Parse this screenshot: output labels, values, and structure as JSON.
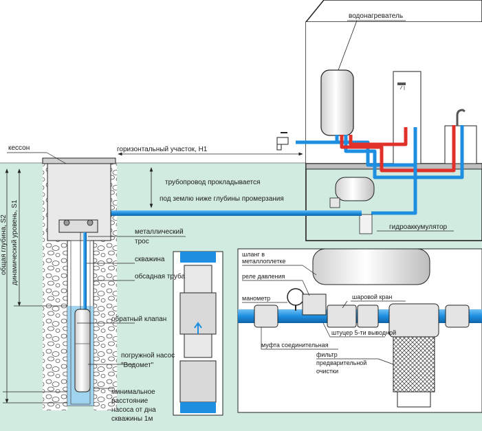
{
  "labels": {
    "water_heater": "водонагреватель",
    "caisson": "кессон",
    "horizontal_section": "горизонтальный участок, H1",
    "pipeline_line1": "трубопровод прокладывается",
    "pipeline_line2": "под землю ниже глубины промерзания",
    "metal_cable_line1": "металлический",
    "metal_cable_line2": "трос",
    "well": "скважина",
    "casing_pipe": "обсадная труба",
    "check_valve": "обратный клапан",
    "pump_line1": "погружной насос",
    "pump_line2": "\"Водомет\"",
    "min_dist_line1": "минимальное",
    "min_dist_line2": "расстояние",
    "min_dist_line3": "насоса от дна",
    "min_dist_line4": "скважины 1м",
    "total_depth": "общая глубина, S2",
    "dynamic_level": "динамический уровень, S1",
    "accumulator": "гидроаккумулятор",
    "hose_line1": "шланг в",
    "hose_line2": "металлоплетке",
    "pressure_relay": "реле давления",
    "manometer": "манометр",
    "ball_valve": "шаровой кран",
    "fitting": "штуцер 5-ти выводной",
    "coupling": "муфта соединительная",
    "filter_line1": "фильтр",
    "filter_line2": "предварительной",
    "filter_line3": "очистки"
  },
  "colors": {
    "ground": "#d2ebe0",
    "pipe_cold": "#1e8fe0",
    "pipe_hot": "#e0302a",
    "water": "#9fd3ee",
    "outline": "#222222"
  },
  "icons": {
    "check_valve_arrow": "up-arrow-icon",
    "faucet": "faucet-icon",
    "shower": "shower-icon"
  }
}
